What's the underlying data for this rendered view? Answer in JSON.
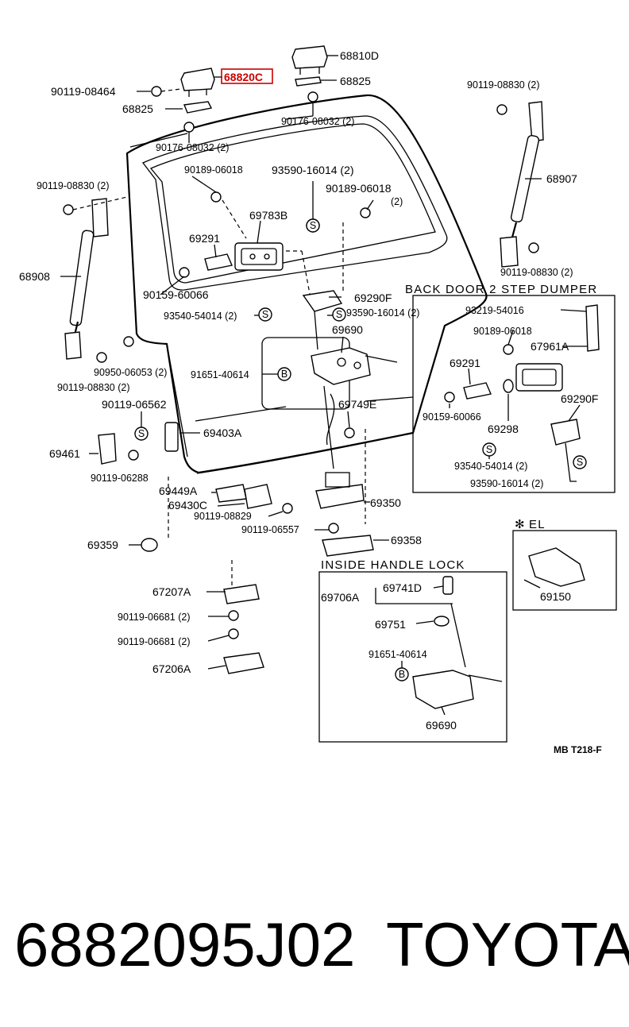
{
  "diagram": {
    "highlighted_part": "68820C",
    "labels": {
      "p68810D": "68810D",
      "p68820C": "68820C",
      "p68825a": "68825",
      "p68825b": "68825",
      "p90119_08464": "90119-08464",
      "p90176_08032a": "90176-08032 (2)",
      "p90176_08032b": "90176-08032 (2)",
      "p90119_08830a": "90119-08830 (2)",
      "p90119_08830b": "90119-08830 (2)",
      "p90119_08830c": "90119-08830 (2)",
      "p90119_08830d": "90119-08830 (2)",
      "p68907": "68907",
      "p68908": "68908",
      "p90189_06018a": "90189-06018",
      "p93590_16014a": "93590-16014 (2)",
      "p90189_06018b": "90189-06018",
      "p90189_06018b2": "(2)",
      "p69783B": "69783B",
      "p69291a": "69291",
      "p90159_60066a": "90159-60066",
      "p69290Fa": "69290F",
      "p93540_54014a": "93540-54014 (2)",
      "p93590_16014b": "93590-16014 (2)",
      "p69690a": "69690",
      "p90950_06053": "90950-06053 (2)",
      "p91651_40614a": "91651-40614",
      "p90119_06562": "90119-06562",
      "p69749E": "69749E",
      "p69403A": "69403A",
      "p69461": "69461",
      "p90119_06288": "90119-06288",
      "p69449A": "69449A",
      "p69430C": "69430C",
      "p90119_08829": "90119-08829",
      "p69350": "69350",
      "p90119_06557": "90119-06557",
      "p69359": "69359",
      "p69358": "69358",
      "p67207A": "67207A",
      "p90119_06681a": "90119-06681 (2)",
      "p90119_06681b": "90119-06681 (2)",
      "p67206A": "67206A",
      "p93219_54016": "93219-54016",
      "p90189_06018c": "90189-06018",
      "p67961A": "67961A",
      "p69291b": "69291",
      "p90159_60066b": "90159-60066",
      "p69298": "69298",
      "p69290Fb": "69290F",
      "p93540_54014b": "93540-54014 (2)",
      "p93590_16014c": "93590-16014 (2)",
      "p69150": "69150",
      "p69706A": "69706A",
      "p69741D": "69741D",
      "p69751": "69751",
      "p91651_40614b": "91651-40614",
      "p69690b": "69690"
    },
    "symbols": {
      "s": "S",
      "b": "B"
    },
    "boxes": {
      "dumper_title": "BACK  DOOR  2  STEP  DUMPER",
      "el_title": "EL",
      "el_mark": "✻",
      "handle_title": "INSIDE  HANDLE  LOCK"
    },
    "footer_code": "MB T218-F"
  },
  "caption": {
    "part_number": "6882095J02",
    "brand": "TOYOTA"
  }
}
